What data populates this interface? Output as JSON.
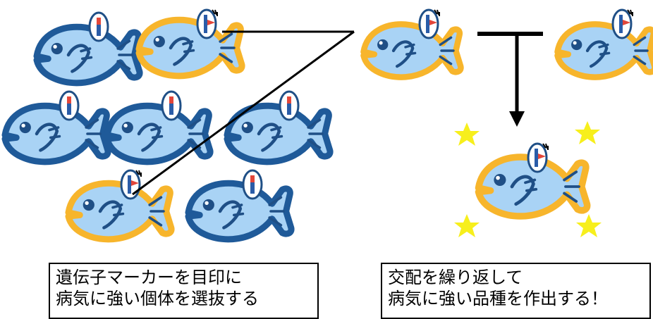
{
  "colors": {
    "wild_fish_body": "#a9d3f5",
    "wild_fish_outline": "#1f5a99",
    "selected_fish_body": "#a9d3f5",
    "selected_fish_outline": "#f7b52c",
    "marker_badge_outline": "#1f4f86",
    "marker_red": "#e2463a",
    "marker_blue": "#2a5ca8",
    "star": "#f7ef1c",
    "line": "#000000"
  },
  "captions": {
    "left": {
      "line1": "遺伝子マーカーを目印に",
      "line2": "病気に強い個体を選抜する"
    },
    "right": {
      "line1": "交配を繰り返して",
      "line2": "病気に強い品種を作出する！"
    }
  },
  "icons": {
    "fish": "fish-icon",
    "marker": "genetic-marker-badge-icon",
    "star": "star-icon"
  }
}
